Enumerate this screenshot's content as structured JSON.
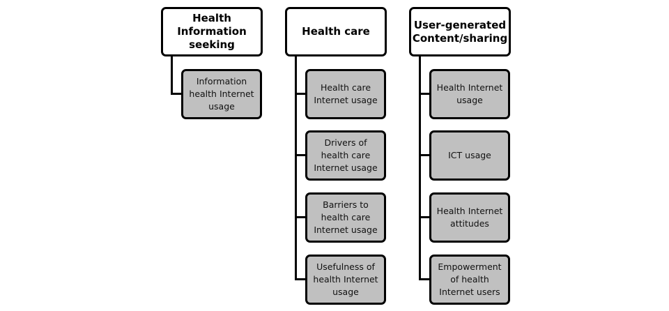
{
  "columns": [
    {
      "title": "Health Information seeking",
      "items": [
        "Information health Internet usage"
      ]
    },
    {
      "title": "Health care",
      "items": [
        "Health care Internet usage",
        "Drivers of health care Internet usage",
        "Barriers to health care Internet usage",
        "Usefulness of health Internet usage"
      ]
    },
    {
      "title": "User-generated Content/sharing",
      "items": [
        "Health Internet usage",
        "ICT usage",
        "Health Internet attitudes",
        "Empowerment of health Internet users"
      ]
    }
  ]
}
